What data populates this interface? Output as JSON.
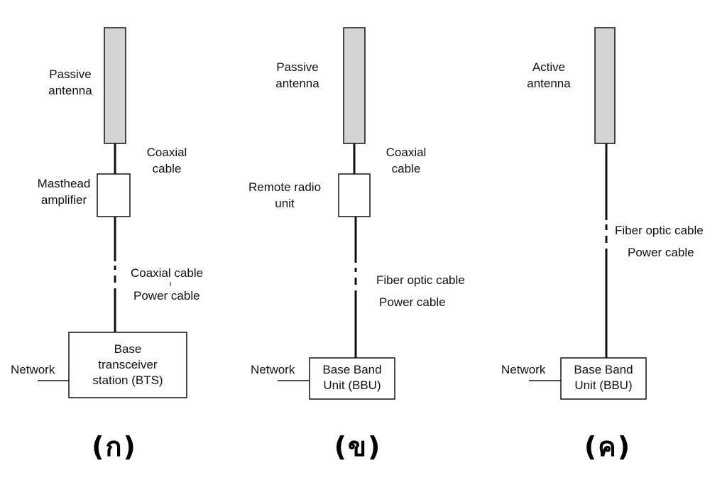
{
  "colors": {
    "antenna_fill": "#d4d4d4",
    "stroke": "#111111",
    "background": "#ffffff"
  },
  "panels": [
    {
      "antenna_label": "Passive\nantenna",
      "upper_cable_label": "Coaxial\ncable",
      "unit_label": "Masthead\namplifier",
      "lower_cable_label_1": "Coaxial cable",
      "lower_cable_label_2": "Power cable",
      "network_label": "Network",
      "base_label": "Base\ntransceiver\nstation (BTS)",
      "caption": "(ก)"
    },
    {
      "antenna_label": "Passive\nantenna",
      "upper_cable_label": "Coaxial\ncable",
      "unit_label": "Remote radio\nunit",
      "lower_cable_label_1": "Fiber optic cable",
      "lower_cable_label_2": "Power cable",
      "network_label": "Network",
      "base_label": "Base Band\nUnit (BBU)",
      "caption": "(ข)"
    },
    {
      "antenna_label": "Active\nantenna",
      "cable_label_1": "Fiber optic cable",
      "cable_label_2": "Power cable",
      "network_label": "Network",
      "base_label": "Base Band\nUnit (BBU)",
      "caption": "(ค)"
    }
  ]
}
